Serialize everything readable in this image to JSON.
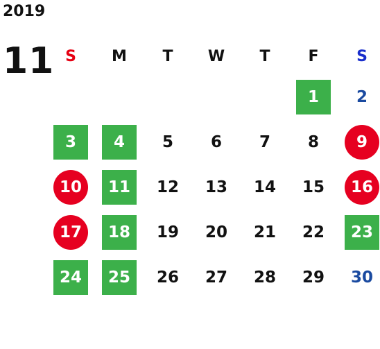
{
  "calendar": {
    "year": "2019",
    "month": "11",
    "weekdays": [
      "S",
      "M",
      "T",
      "W",
      "T",
      "F",
      "S"
    ],
    "colors": {
      "sunday_header": "#e60012",
      "saturday_header": "#1a2fcc",
      "saturday_text": "#1a4aa0",
      "green_highlight": "#3cb04a",
      "red_highlight": "#e60020"
    },
    "weeks": [
      [
        {
          "label": "",
          "style": "empty"
        },
        {
          "label": "",
          "style": "empty"
        },
        {
          "label": "",
          "style": "empty"
        },
        {
          "label": "",
          "style": "empty"
        },
        {
          "label": "",
          "style": "empty"
        },
        {
          "label": "1",
          "style": "green"
        },
        {
          "label": "2",
          "style": "sat-blue"
        }
      ],
      [
        {
          "label": "3",
          "style": "green"
        },
        {
          "label": "4",
          "style": "green"
        },
        {
          "label": "5",
          "style": "plain"
        },
        {
          "label": "6",
          "style": "plain"
        },
        {
          "label": "7",
          "style": "plain"
        },
        {
          "label": "8",
          "style": "plain"
        },
        {
          "label": "9",
          "style": "red"
        }
      ],
      [
        {
          "label": "10",
          "style": "red"
        },
        {
          "label": "11",
          "style": "green"
        },
        {
          "label": "12",
          "style": "plain"
        },
        {
          "label": "13",
          "style": "plain"
        },
        {
          "label": "14",
          "style": "plain"
        },
        {
          "label": "15",
          "style": "plain"
        },
        {
          "label": "16",
          "style": "red"
        }
      ],
      [
        {
          "label": "17",
          "style": "red"
        },
        {
          "label": "18",
          "style": "green"
        },
        {
          "label": "19",
          "style": "plain"
        },
        {
          "label": "20",
          "style": "plain"
        },
        {
          "label": "21",
          "style": "plain"
        },
        {
          "label": "22",
          "style": "plain"
        },
        {
          "label": "23",
          "style": "green"
        }
      ],
      [
        {
          "label": "24",
          "style": "green"
        },
        {
          "label": "25",
          "style": "green"
        },
        {
          "label": "26",
          "style": "plain"
        },
        {
          "label": "27",
          "style": "plain"
        },
        {
          "label": "28",
          "style": "plain"
        },
        {
          "label": "29",
          "style": "plain"
        },
        {
          "label": "30",
          "style": "sat-blue"
        }
      ]
    ]
  }
}
